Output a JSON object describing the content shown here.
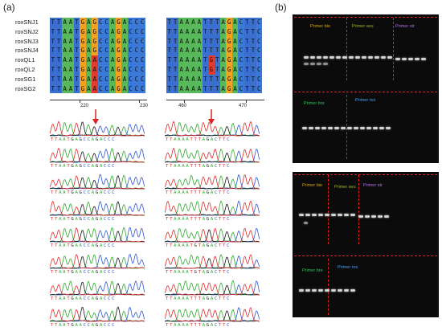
{
  "panel_a_label": "(a)",
  "panel_b_label": "(b)",
  "samples": [
    "roxSNJ1",
    "roxSNJ2",
    "roxSNJ3",
    "roxSNJ4",
    "roxQL1",
    "roxQL2",
    "roxSG1",
    "roxSG2"
  ],
  "alignment_left": [
    "TTAATGAGCCAGACCC",
    "TTAATGAGCCAGACCC",
    "TTAATGAGCCAGACCC",
    "TTAATGAGCCAGACCC",
    "TTAATGAACCAGACCC",
    "TTAATGAACCAGACCC",
    "TTAATGAACCAGACCC",
    "TTAATGAACCAGACCC"
  ],
  "alignment_right": [
    "TTAAAATTTAGACTTC",
    "TTAAAATTTAGACTTC",
    "TTAAAATTTAGACTTC",
    "TTAAAATTTAGACTTC",
    "TTAAAATGTAGACTTC",
    "TTAAAATGTAGACTTC",
    "TTAAAATTTAGACTTC",
    "TTAAAATTTAGACTTC"
  ],
  "axis_left_ticks": [
    "220",
    "230"
  ],
  "axis_right_ticks": [
    "460",
    "470"
  ],
  "chrom_left_seqs": [
    "TTAATGAGCCAGACCC",
    "TTAATGAGCCAGACCC",
    "TTAATGAGCCAGACCC",
    "TTAATGAGCCAGACCC",
    "TTAATGAACCAGACCC",
    "TTAATGAACCAGACCC",
    "TTAATGAACCAGACCC",
    "TTAATGAACCAGACCC"
  ],
  "chrom_right_seqs": [
    "TTAAAATTTAGACTTC",
    "TTAAAATTTAGACTTC",
    "TTAAAATTTAGACTTC",
    "TTAAAATTTAGACTTC",
    "TTAAAATGTAGACTTC",
    "TTAAAATGTAGACTTC",
    "TTAAAATTTAGACTTC",
    "TTAAAATTTAGACTTC"
  ],
  "base_colors": {
    "A": "#2ea82e",
    "C": "#2d55d9",
    "G": "#111111",
    "T": "#e02b2b"
  },
  "cell_colors": {
    "A": "#57b95a",
    "C": "#3b79d8",
    "G": "#f4a21e",
    "T": "#3a6fd0",
    "mismatch": "#e23b2b"
  },
  "gel_top_primers": [
    {
      "label": "Primer bie",
      "color": "#d8a020"
    },
    {
      "label": "Primer avu",
      "color": "#9ab830"
    },
    {
      "label": "Primer str",
      "color": "#b070e0"
    },
    {
      "label": "Primer bre",
      "color": "#30c060"
    },
    {
      "label": "Primer rox",
      "color": "#4aa0f0"
    }
  ],
  "gel_bottom_primers": [
    {
      "label": "Primer bie",
      "color": "#d8a020"
    },
    {
      "label": "Primer avu",
      "color": "#9ab830"
    },
    {
      "label": "Primer str",
      "color": "#b070e0"
    },
    {
      "label": "Primer bre",
      "color": "#30c060"
    },
    {
      "label": "Primer rox",
      "color": "#4aa0f0"
    }
  ]
}
